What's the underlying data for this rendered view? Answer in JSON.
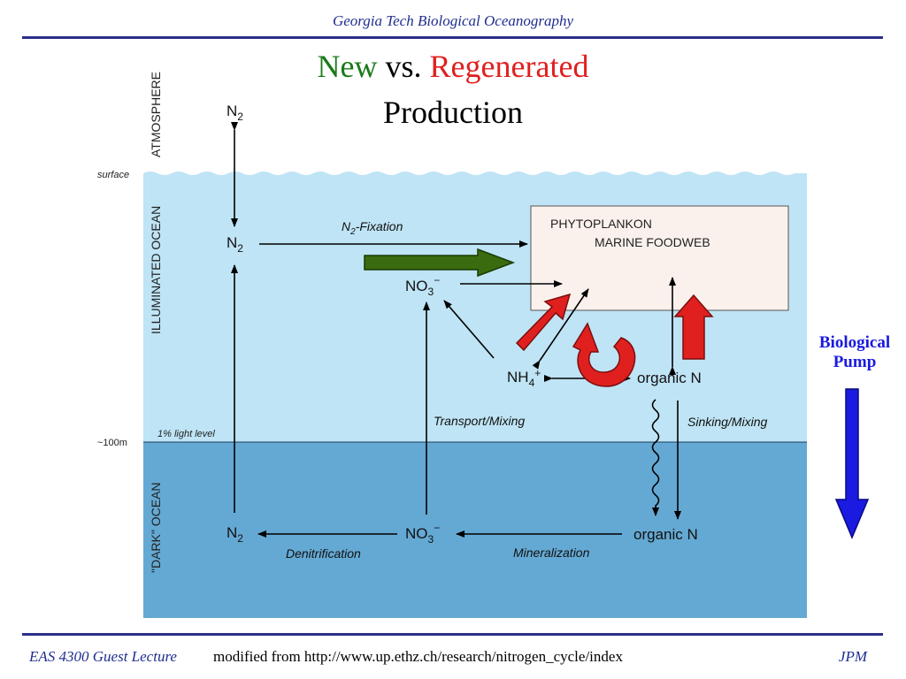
{
  "header": {
    "title": "Georgia Tech Biological Oceanography"
  },
  "slide_title": {
    "new": "New",
    "vs": " vs. ",
    "regenerated": "Regenerated",
    "line2": "Production"
  },
  "zones": {
    "atmosphere": "ATMOSPHERE",
    "illuminated": "ILLUMINATED OCEAN",
    "dark": "\"DARK\" OCEAN",
    "surface": "surface",
    "depth": "~100m",
    "light_level": "1% light level"
  },
  "nodes": {
    "n2_atm": "N",
    "n2_illum": "N",
    "n2_dark": "N",
    "n2_sub": "2",
    "no3_illum": "NO",
    "no3_dark": "NO",
    "no3_sub": "3",
    "no3_sup": "−",
    "nh4": "NH",
    "nh4_sub": "4",
    "nh4_sup": "+",
    "organic_illum": "organic N",
    "organic_dark": "organic N",
    "box_line1": "PHYTOPLANKON",
    "box_line2": "MARINE FOODWEB"
  },
  "process_labels": {
    "n2_fixation": "N",
    "n2_fixation_sub": "2",
    "n2_fixation_rest": "-Fixation",
    "transport": "Transport/Mixing",
    "sinking": "Sinking/Mixing",
    "denitrification": "Denitrification",
    "mineralization": "Mineralization"
  },
  "pump": {
    "line1": "Biological",
    "line2": "Pump"
  },
  "footer": {
    "course": "EAS 4300 Guest Lecture",
    "source": "modified from http://www.up.ethz.ch/research/nitrogen_cycle/index",
    "author": "JPM"
  },
  "colors": {
    "header_blue": "#1f2d8f",
    "new_green": "#1a7a1a",
    "regenerated_red": "#e0201e",
    "illuminated_ocean": "#bfe4f5",
    "dark_ocean": "#64a9d3",
    "foodweb_box": "#fbf1ec",
    "pump_blue": "#1a1ae0"
  }
}
